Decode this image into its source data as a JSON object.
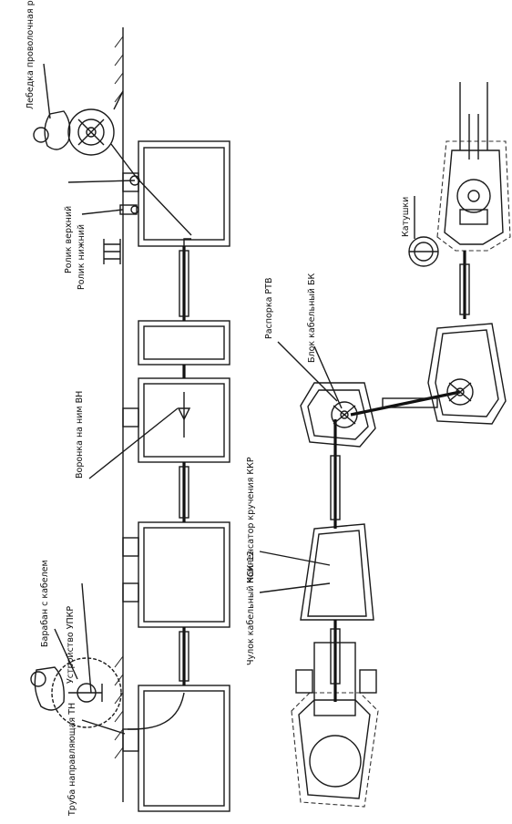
{
  "labels": {
    "winch": "Лебедка проволочная ручная ЛР",
    "roller_upper": "Ролик верхний",
    "roller_lower": "Ролик нижний",
    "funnel": "Воронка на ним ВН",
    "drum": "Барабан с кабелем",
    "device": "Устройство УПКР",
    "guide_pipe": "Труба направляющая ТН",
    "coils": "Катушки",
    "block": "Блок кабельный БК",
    "spreader": "Распорка РТВ",
    "compensator": "Компенсатор кручения ККР",
    "stocking": "Чулок кабельный ЧСК-12"
  },
  "colors": {
    "ink": "#111111",
    "paper": "#ffffff"
  }
}
